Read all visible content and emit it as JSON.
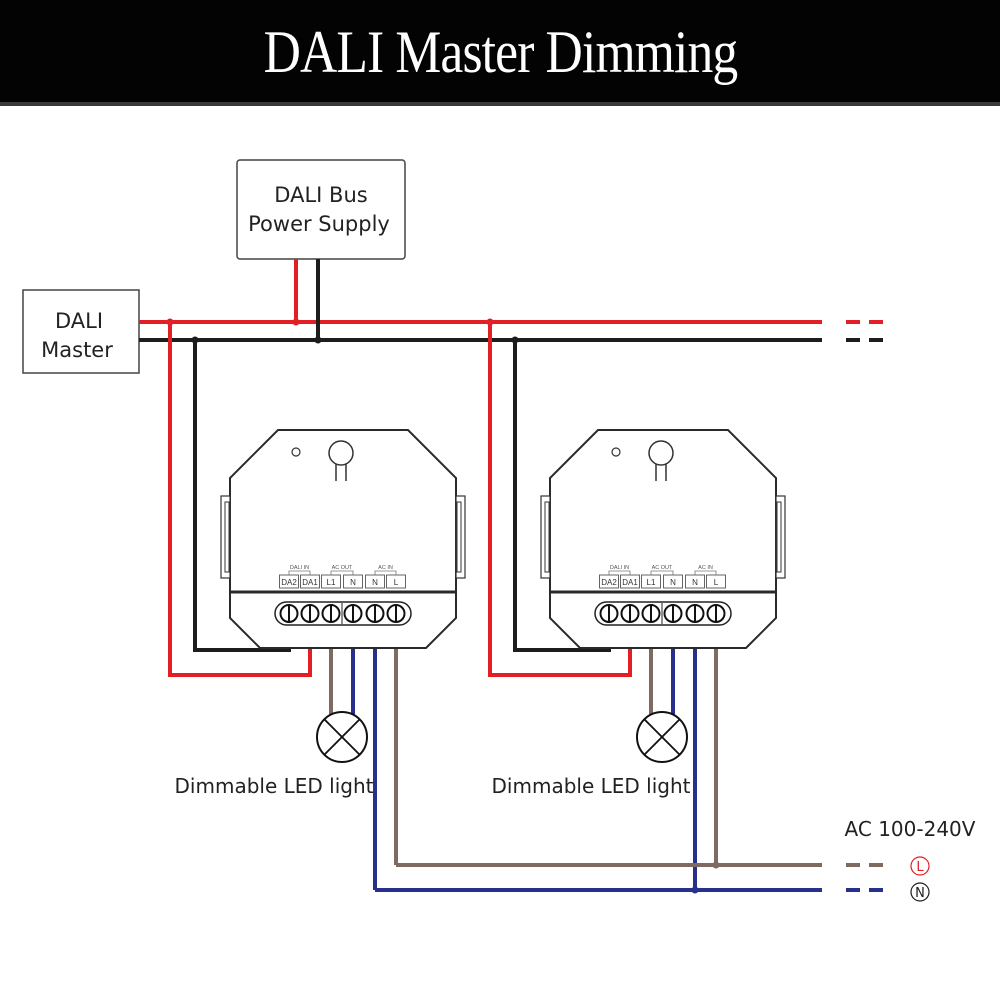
{
  "header": {
    "title": "DALI Master Dimming"
  },
  "boxes": {
    "power_supply": {
      "line1": "DALI Bus",
      "line2": "Power Supply"
    },
    "master": {
      "line1": "DALI",
      "line2": "Master"
    }
  },
  "module": {
    "groups": [
      "DALI IN",
      "AC OUT",
      "AC IN"
    ],
    "terminals": [
      "DA2",
      "DA1",
      "L1",
      "N",
      "N",
      "L"
    ]
  },
  "lights": [
    {
      "label": "Dimmable LED light"
    },
    {
      "label": "Dimmable LED light"
    }
  ],
  "supply": {
    "label": "AC 100-240V",
    "line_symbol": "L",
    "neutral_symbol": "N"
  },
  "colors": {
    "dali_pos": "#e31e24",
    "dali_neg": "#1d1d1b",
    "live": "#7f6a62",
    "neutral": "#27308a",
    "line_symbol": "#e31e24",
    "neutral_symbol": "#1d1d1b"
  }
}
